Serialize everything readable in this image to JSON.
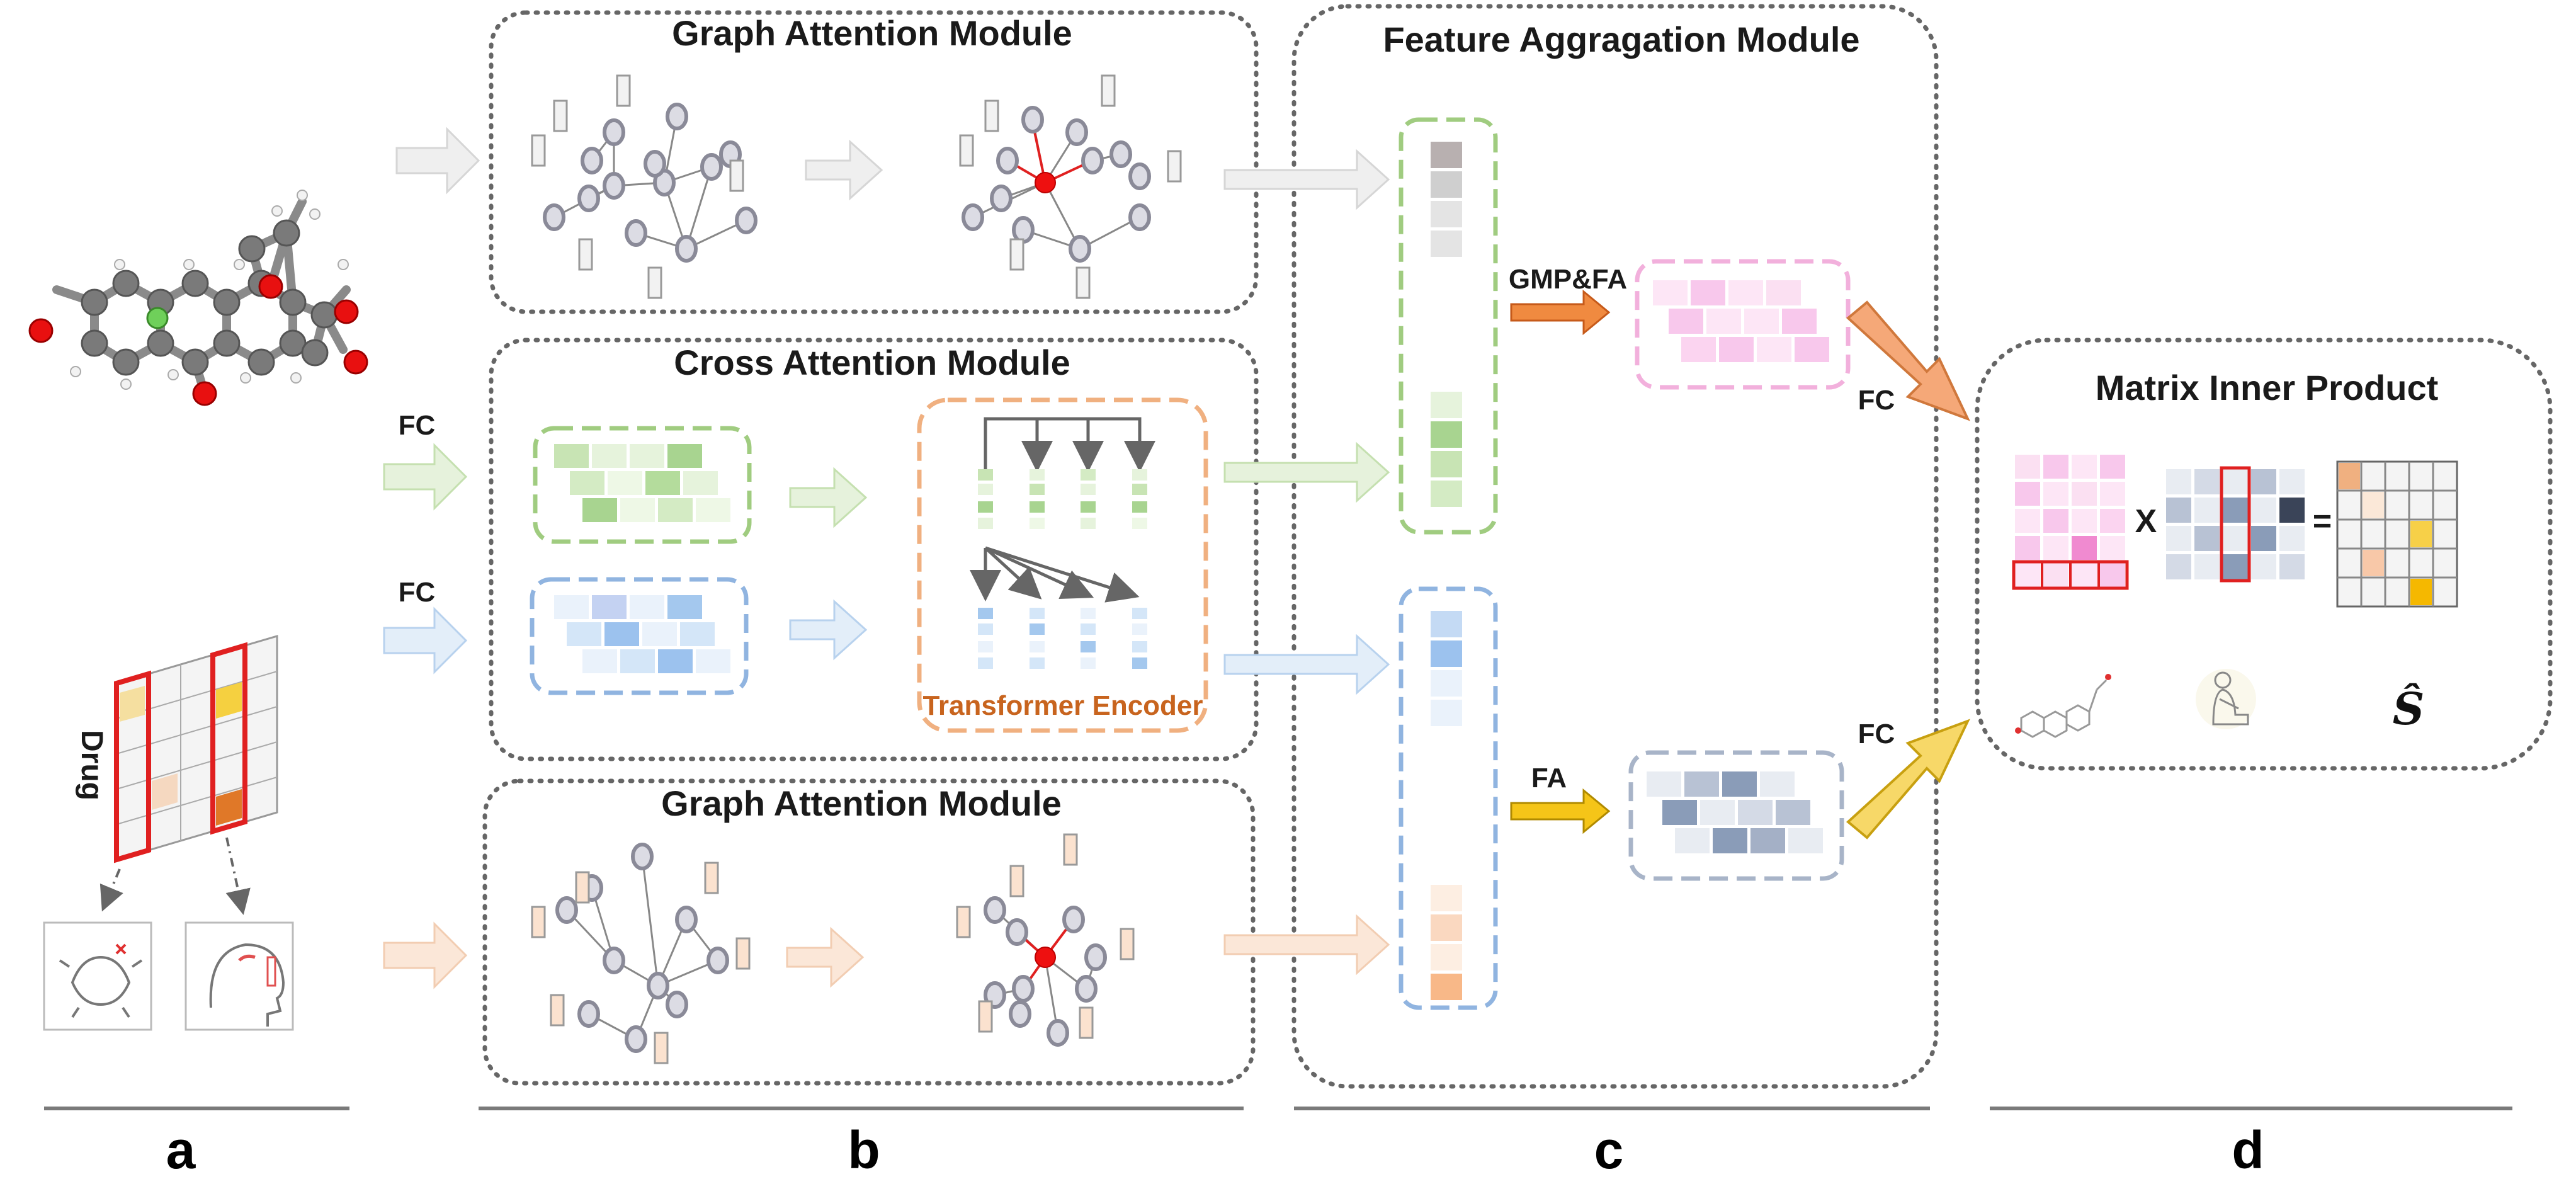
{
  "modules": {
    "graph_attention_top": "Graph Attention Module",
    "cross_attention": "Cross Attention Module",
    "graph_attention_bottom": "Graph Attention Module",
    "feature_aggregation": "Feature Aggragation Module",
    "transformer_encoder": "Transformer Encoder",
    "matrix_inner_product": "Matrix Inner Product"
  },
  "labels": {
    "fc_1": "FC",
    "fc_2": "FC",
    "fc_3": "FC",
    "fc_4": "FC",
    "gmp_fa": "GMP&FA",
    "fa": "FA",
    "drug": "Drug",
    "times": "X",
    "equals": "=",
    "s_hat": "Ŝ"
  },
  "panels": [
    "a",
    "b",
    "c",
    "d"
  ],
  "colors": {
    "green": "#b8dca0",
    "blue": "#a8c8ec",
    "orange": "#f4c49c",
    "pink": "#f5b8e0",
    "slate": "#8a9cb8",
    "red": "#e02020",
    "gold": "#f5c518"
  }
}
